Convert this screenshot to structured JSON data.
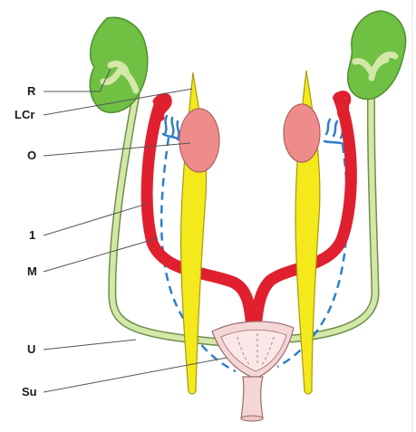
{
  "labels": {
    "r": "R",
    "lcr": "LCr",
    "o": "O",
    "one": "1",
    "m": "M",
    "u": "U",
    "su": "Su"
  },
  "colors": {
    "kidney": "#6fc043",
    "kidney_outline": "#4f8f2f",
    "ureter": "#d3e8a8",
    "ureter_outline": "#6f8f4a",
    "gonad": "#ee8c8c",
    "gonad_outline": "#b06060",
    "yellow_duct": "#f3e91b",
    "yellow_outline": "#a69a10",
    "red_duct": "#e0202e",
    "blue_dashed": "#2f7fc8",
    "urogenital_sinus": "#f5d6d6",
    "leader_line": "#555555"
  }
}
